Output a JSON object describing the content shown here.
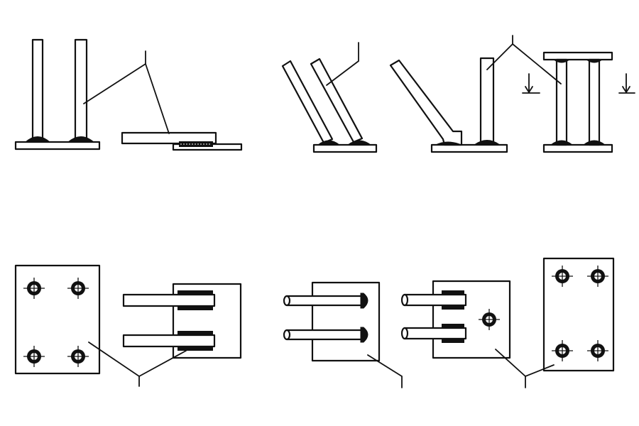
{
  "figure": {
    "text": [],
    "colors": {
      "ink": "#111111",
      "paper": "#ffffff"
    },
    "icons": [
      "vertical-anchor-weld",
      "lap-weld",
      "inclined-anchor-weld",
      "bent-anchor-weld",
      "through-anchor-plates",
      "anchor-plate-bolt-holes",
      "section-arrow"
    ]
  }
}
